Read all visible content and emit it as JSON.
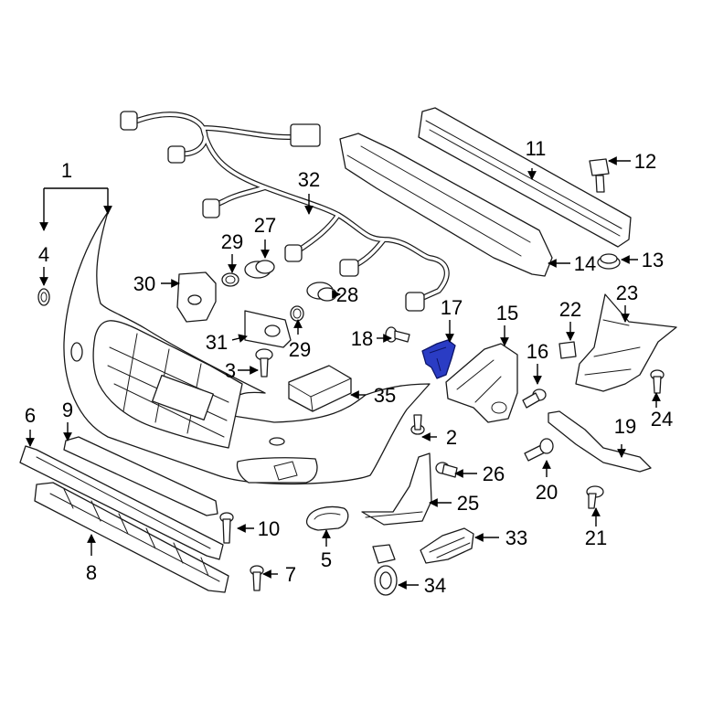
{
  "accent_color": "#2a3cc4",
  "callouts": {
    "c1": "1",
    "c2": "2",
    "c3": "3",
    "c4": "4",
    "c5": "5",
    "c6": "6",
    "c7": "7",
    "c8": "8",
    "c9": "9",
    "c10": "10",
    "c11": "11",
    "c12": "12",
    "c13": "13",
    "c14": "14",
    "c15": "15",
    "c16": "16",
    "c17": "17",
    "c18": "18",
    "c19": "19",
    "c20": "20",
    "c21": "21",
    "c22": "22",
    "c23": "23",
    "c24": "24",
    "c25": "25",
    "c26": "26",
    "c27": "27",
    "c28": "28",
    "c29a": "29",
    "c29b": "29",
    "c30": "30",
    "c31": "31",
    "c32": "32",
    "c33": "33",
    "c34": "34",
    "c35": "35"
  }
}
